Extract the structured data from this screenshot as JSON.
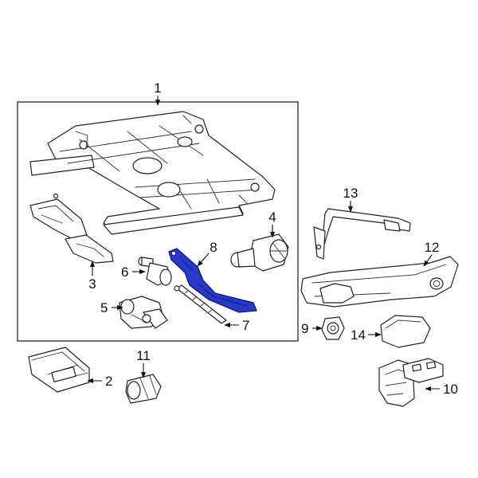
{
  "diagram": {
    "highlight_color": "#2838c8",
    "line_color": "#111111",
    "callouts": [
      "1",
      "2",
      "3",
      "4",
      "5",
      "6",
      "7",
      "8",
      "9",
      "10",
      "11",
      "12",
      "13",
      "14"
    ]
  }
}
